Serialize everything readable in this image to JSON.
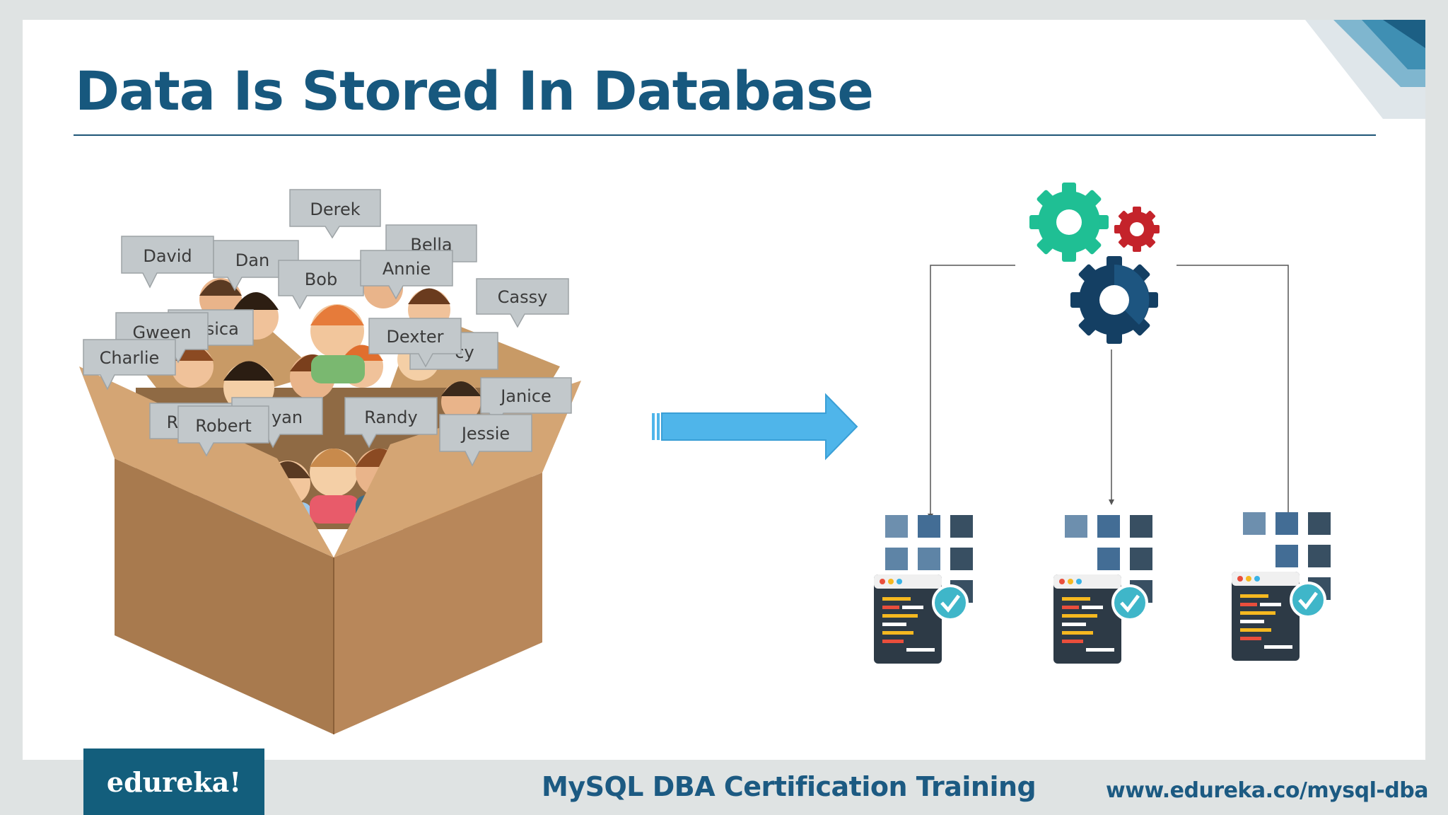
{
  "slide": {
    "title": "Data Is Stored In Database"
  },
  "names": {
    "derek": "Derek",
    "bella": "Bella",
    "david": "David",
    "dan": "Dan",
    "bob": "Bob",
    "annie": "Annie",
    "cassy": "Cassy",
    "jessica": "ssica",
    "gween": "Gween",
    "charlie": "Charlie",
    "dexter": "Dexter",
    "stacy": "cy",
    "janice": "Janice",
    "r": "R",
    "robert": "Robert",
    "ryan": "yan",
    "randy": "Randy",
    "jessie": "Jessie"
  },
  "footer": {
    "logo": "edureka!",
    "course": "MySQL DBA Certification Training",
    "url": "www.edureka.co/mysql-dba"
  },
  "colors": {
    "title": "#17587e",
    "arrow": "#4fb5ea",
    "gear_green": "#1fbf94",
    "gear_red": "#c4232b",
    "gear_navy": "#143f63",
    "footer_logo_bg": "#135e7c"
  },
  "icons": {
    "box": "open-cardboard-box",
    "gears": "gear-cluster",
    "databases": "database-server-check"
  }
}
